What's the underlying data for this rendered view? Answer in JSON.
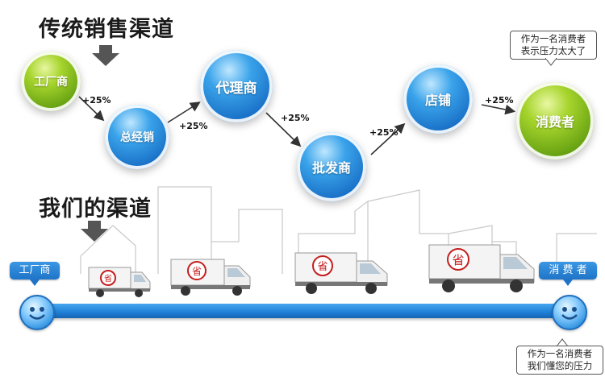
{
  "top": {
    "title": "传统销售渠道",
    "nodes": {
      "factory": "工厂商",
      "general": "总经销",
      "agent": "代理商",
      "wholesale": "批发商",
      "store": "店铺",
      "consumer": "消费者"
    },
    "markups": [
      "+25%",
      "+25%",
      "+25%",
      "+25%",
      "+25%"
    ],
    "consumer_bubble": [
      "作为一名消费者",
      "表示压力太大了"
    ]
  },
  "bottom": {
    "title": "我们的渠道",
    "left_tag": "工厂商",
    "right_tag": "消 费 者",
    "truck_mark": "省",
    "consumer_bubble": [
      "作为一名消费者",
      "我们懂您的压力"
    ]
  },
  "colors": {
    "green_ball": "#7cb518",
    "blue_ball": "#1f7fd6",
    "bar": "#1f7fd6",
    "arrow": "#333333"
  }
}
